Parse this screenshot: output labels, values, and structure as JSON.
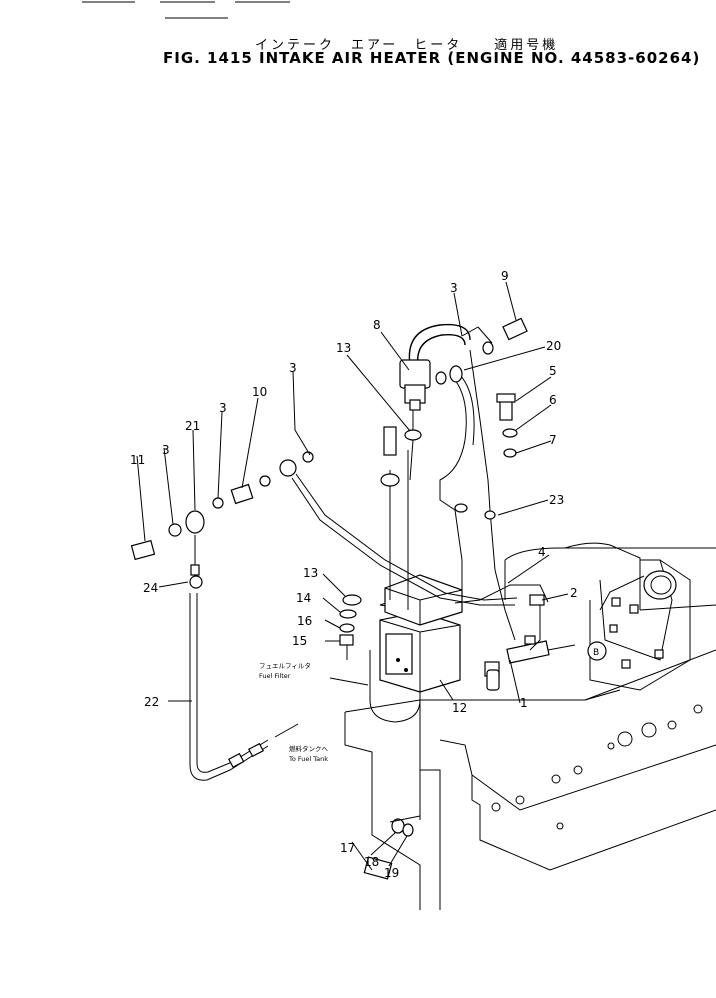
{
  "title": {
    "japanese": "インテーク　エアー　ヒータ　　適用号機",
    "english": "FIG. 1415  INTAKE  AIR  HEATER  (ENGINE  NO. 44583-60264)"
  },
  "callouts": [
    {
      "id": "c1",
      "label": "1"
    },
    {
      "id": "c2",
      "label": "2"
    },
    {
      "id": "c3a",
      "label": "3"
    },
    {
      "id": "c3b",
      "label": "3"
    },
    {
      "id": "c3c",
      "label": "3"
    },
    {
      "id": "c3d",
      "label": "3"
    },
    {
      "id": "c4",
      "label": "4"
    },
    {
      "id": "c5",
      "label": "5"
    },
    {
      "id": "c6",
      "label": "6"
    },
    {
      "id": "c7",
      "label": "7"
    },
    {
      "id": "c8",
      "label": "8"
    },
    {
      "id": "c9",
      "label": "9"
    },
    {
      "id": "c10",
      "label": "10"
    },
    {
      "id": "c11",
      "label": "11"
    },
    {
      "id": "c12",
      "label": "12"
    },
    {
      "id": "c13a",
      "label": "13"
    },
    {
      "id": "c13b",
      "label": "13"
    },
    {
      "id": "c14",
      "label": "14"
    },
    {
      "id": "c15",
      "label": "15"
    },
    {
      "id": "c16",
      "label": "16"
    },
    {
      "id": "c17",
      "label": "17"
    },
    {
      "id": "c18",
      "label": "18"
    },
    {
      "id": "c19",
      "label": "19"
    },
    {
      "id": "c20",
      "label": "20"
    },
    {
      "id": "c21",
      "label": "21"
    },
    {
      "id": "c22",
      "label": "22"
    },
    {
      "id": "c23",
      "label": "23"
    },
    {
      "id": "c24",
      "label": "24"
    }
  ],
  "annotations": {
    "fuel_filter_jp": "フュエルフィルタ",
    "fuel_filter_en": "Fuel Filter",
    "fuel_tank_jp": "燃料タンクへ",
    "fuel_tank_en": "To Fuel Tank"
  }
}
